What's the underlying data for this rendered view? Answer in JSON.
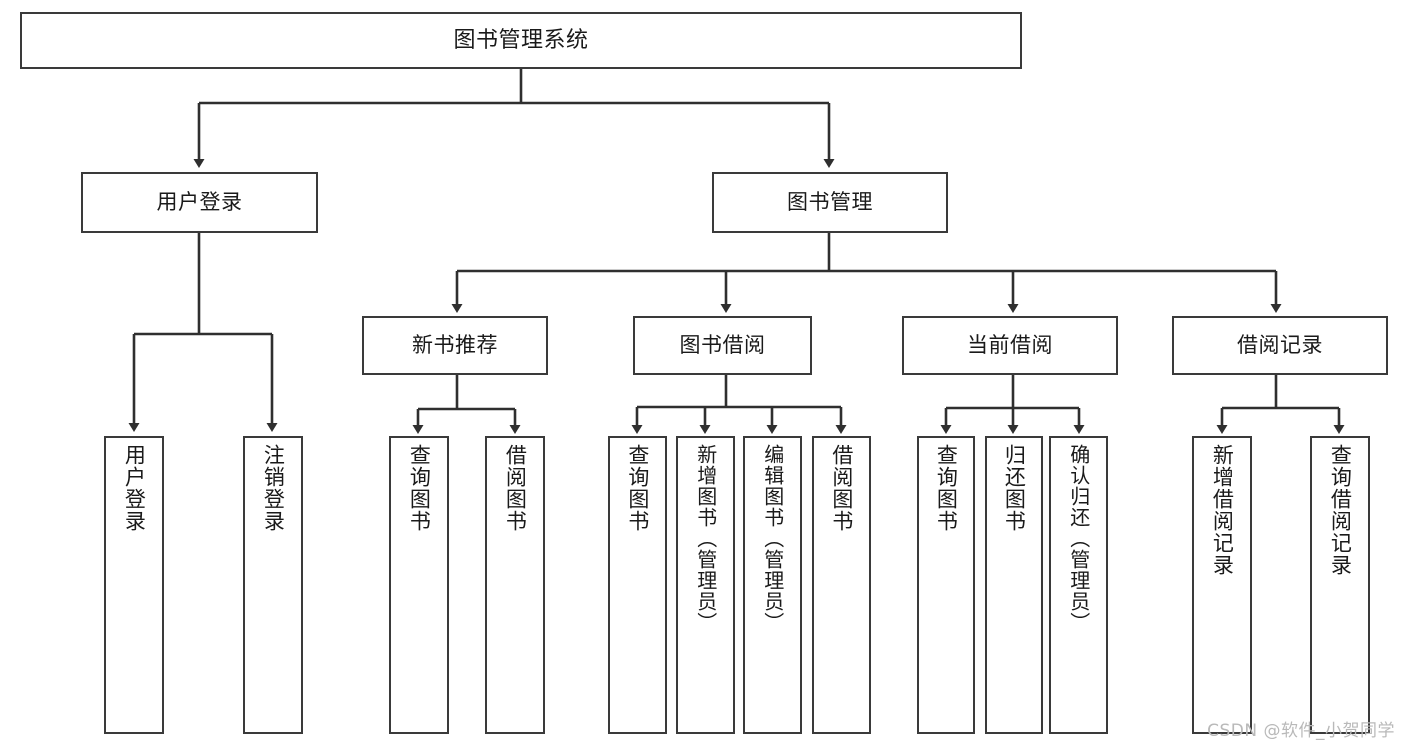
{
  "diagram": {
    "title_node": {
      "label": "图书管理系统"
    },
    "level2": [
      {
        "label": "用户登录"
      },
      {
        "label": "图书管理"
      }
    ],
    "level3": [
      {
        "label": "新书推荐"
      },
      {
        "label": "图书借阅"
      },
      {
        "label": "当前借阅"
      },
      {
        "label": "借阅记录"
      }
    ],
    "leaves": {
      "user_login": [
        {
          "label": "用户登录"
        },
        {
          "label": "注销登录"
        }
      ],
      "new_book": [
        {
          "label": "查询图书"
        },
        {
          "label": "借阅图书"
        }
      ],
      "book_borrow": [
        {
          "label": "查询图书"
        },
        {
          "label": "新增图书（管理员）"
        },
        {
          "label": "编辑图书（管理员）"
        },
        {
          "label": "借阅图书"
        }
      ],
      "current_borrow": [
        {
          "label": "查询图书"
        },
        {
          "label": "归还图书"
        },
        {
          "label": "确认归还（管理员）"
        }
      ],
      "borrow_record": [
        {
          "label": "新增借阅记录"
        },
        {
          "label": "查询借阅记录"
        }
      ]
    }
  },
  "watermark": {
    "text": "CSDN @软件_小贺同学"
  },
  "colors": {
    "border": "#3a3a3a",
    "text": "#1a1a1a",
    "background": "#ffffff",
    "watermark": "#b9b9b9"
  }
}
